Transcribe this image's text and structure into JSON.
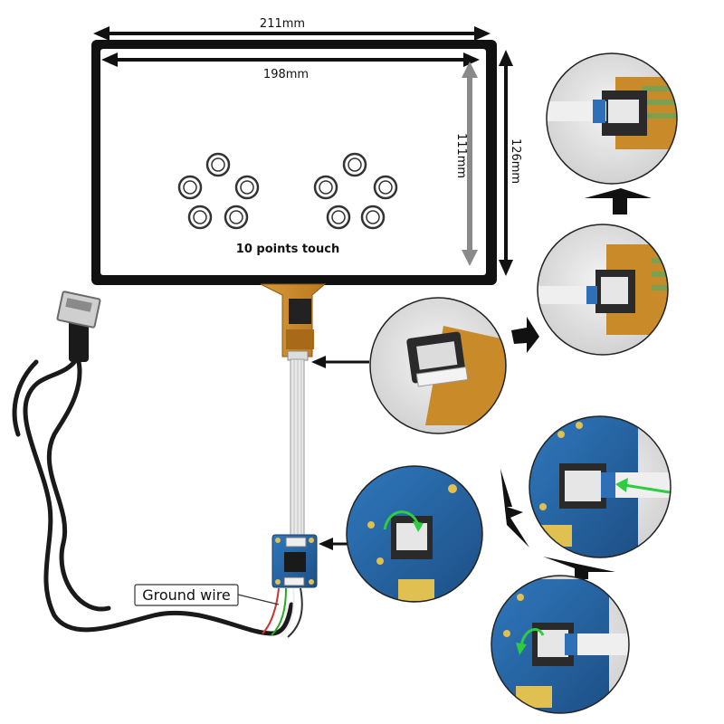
{
  "dimensions": {
    "outer_width": "211mm",
    "inner_width": "198mm",
    "inner_height": "111mm",
    "outer_height": "126mm"
  },
  "panel": {
    "touch_label": "10 points touch"
  },
  "cable": {
    "ground_label": "Ground wire"
  },
  "icons": [
    "usb-plug-icon",
    "touch-point-icon",
    "arrow-icon"
  ],
  "colors": {
    "glass": "#ffffff",
    "bezel": "#111111",
    "fpc": "#c98a2a",
    "pcb": "#2a6aa8",
    "gray_arrow": "#8a8a8a",
    "green_arrow": "#2ecc40"
  }
}
